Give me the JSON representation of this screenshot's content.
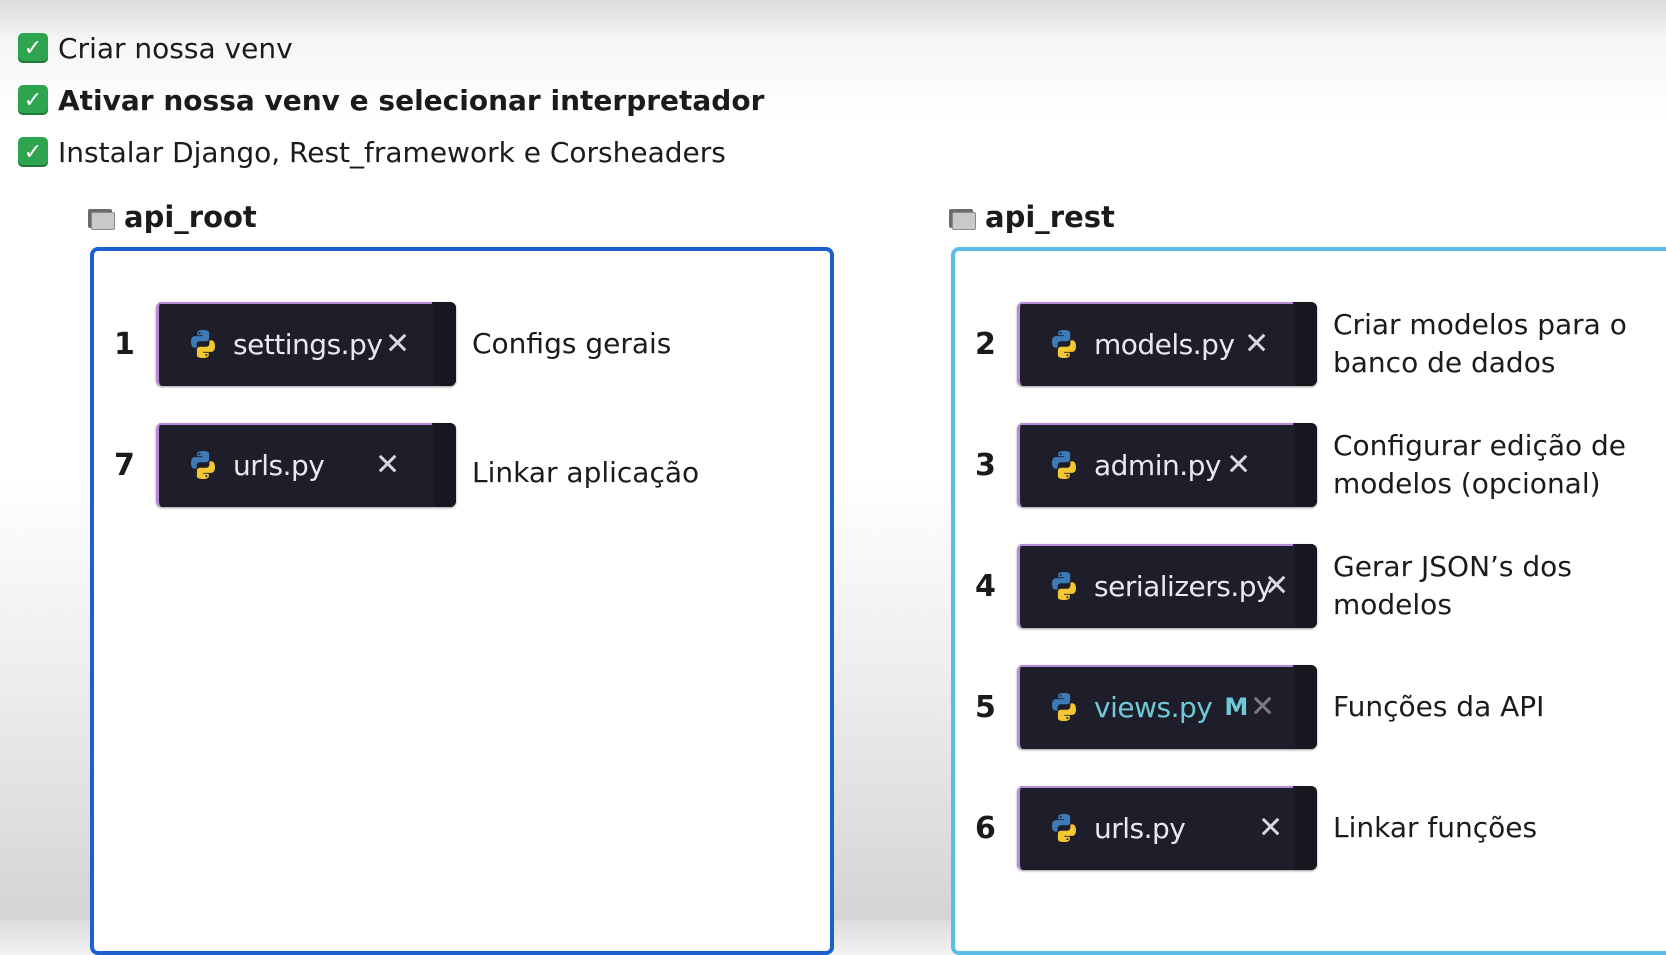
{
  "checklist": [
    {
      "label": "Criar nossa venv",
      "checked": true,
      "bold": false
    },
    {
      "label": "Ativar nossa venv e selecionar interpretador",
      "checked": true,
      "bold": true
    },
    {
      "label": "Instalar Django, Rest_framework e Corsheaders",
      "checked": true,
      "bold": false
    }
  ],
  "check_mark": "✓",
  "colors": {
    "check_green": "#2ea44f",
    "left_panel_border": "#1b5fd1",
    "right_panel_border": "#5bbde6",
    "tab_background": "#1e1e2a",
    "modified_file": "#6ec9d9"
  },
  "api_root": {
    "title": "api_root",
    "icon": "folder-icon",
    "files": [
      {
        "step": "1",
        "file": "settings.py",
        "modified": "",
        "description": "Configs gerais"
      },
      {
        "step": "7",
        "file": "urls.py",
        "modified": "",
        "description": "Linkar aplicação"
      }
    ]
  },
  "api_rest": {
    "title": "api_rest",
    "icon": "folder-icon",
    "files": [
      {
        "step": "2",
        "file": "models.py",
        "modified": "",
        "description": "Criar modelos para o banco de dados"
      },
      {
        "step": "3",
        "file": "admin.py",
        "modified": "",
        "description": "Configurar edição de modelos (opcional)"
      },
      {
        "step": "4",
        "file": "serializers.py",
        "modified": "",
        "description": "Gerar JSON’s dos modelos"
      },
      {
        "step": "5",
        "file": "views.py",
        "modified": "M",
        "description": "Funções da API"
      },
      {
        "step": "6",
        "file": "urls.py",
        "modified": "",
        "description": "Linkar funções"
      }
    ]
  },
  "close_glyph": "✕"
}
